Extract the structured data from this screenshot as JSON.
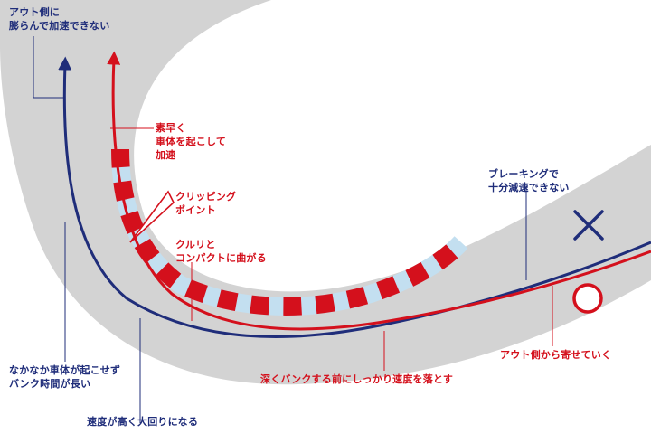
{
  "colors": {
    "road": "#d3d3d3",
    "background": "#ffffff",
    "bad_line": "#1f2d7a",
    "good_line": "#d4101c",
    "curb_red": "#d4101c",
    "curb_light": "#c3dff0",
    "label_dark": "#1f2d7a",
    "label_red": "#d4101c"
  },
  "symbols": {
    "bad_mark": "cross-mark",
    "good_mark": "circle-mark"
  },
  "labels": {
    "out_swell": [
      "アウト側に",
      "膨らんで加速できない"
    ],
    "quick_up": [
      "素早く",
      "車体を起こして",
      "加速"
    ],
    "clipping": [
      "クリッピング",
      "ポイント"
    ],
    "compact": [
      "クルリと",
      "コンパクトに曲がる"
    ],
    "brake": [
      "ブレーキングで",
      "十分減速できない"
    ],
    "slow_bank": [
      "なかなか車体が起こせず",
      "バンク時間が長い"
    ],
    "wide_turn": "速度が高く大回りになる",
    "deep_bank": "深くバンクする前にしっかり速度を落とす",
    "out_side": "アウト側から寄せていく"
  }
}
